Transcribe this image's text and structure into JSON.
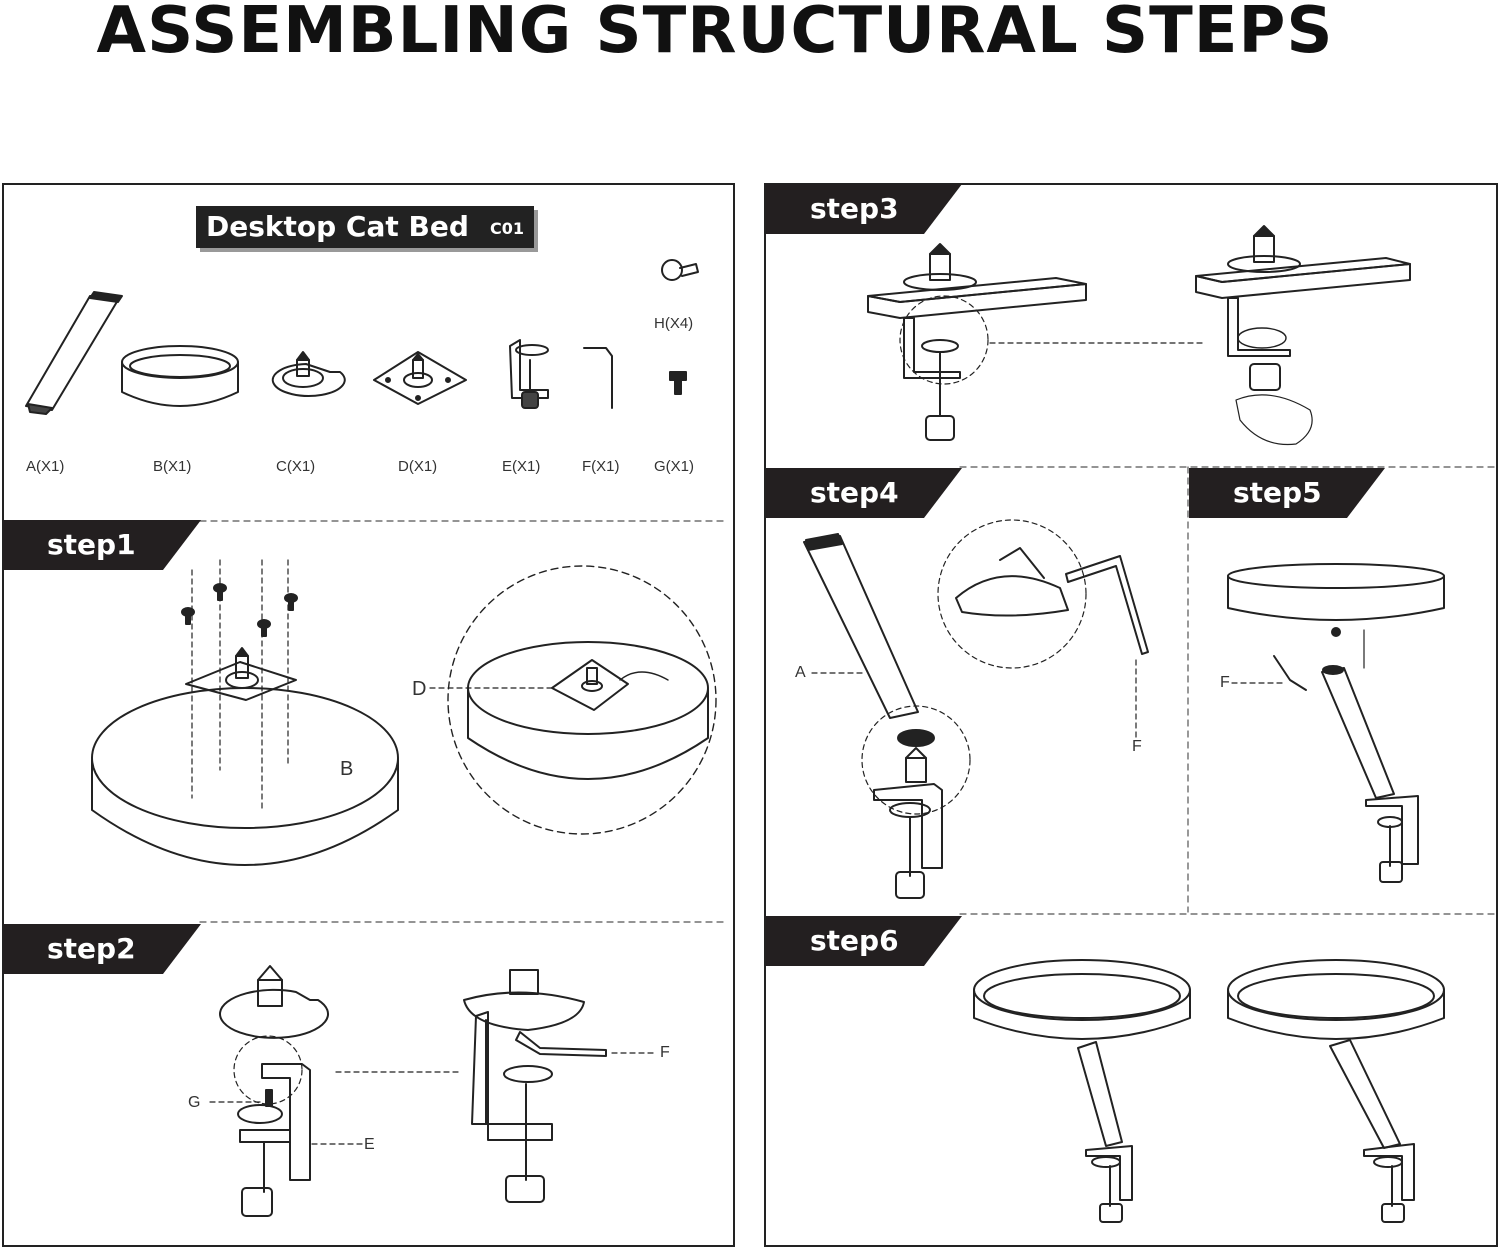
{
  "title": "ASSEMBLING STRUCTURAL STEPS",
  "product": {
    "name": "Desktop Cat Bed",
    "code": "C01"
  },
  "parts": [
    {
      "label": "A(X1)"
    },
    {
      "label": "B(X1)"
    },
    {
      "label": "C(X1)"
    },
    {
      "label": "D(X1)"
    },
    {
      "label": "E(X1)"
    },
    {
      "label": "F(X1)"
    },
    {
      "label": "G(X1)"
    },
    {
      "label": "H(X4)"
    }
  ],
  "steps": [
    "step1",
    "step2",
    "step3",
    "step4",
    "step5",
    "step6"
  ],
  "callouts": {
    "step1_b": "B",
    "step1_d": "D",
    "step2_g": "G",
    "step2_e": "E",
    "step2_f": "F",
    "step4_a": "A",
    "step4_f": "F",
    "step5_f": "F"
  },
  "colors": {
    "ink": "#111111",
    "panel_border": "#222222",
    "tab": "#231f20"
  }
}
